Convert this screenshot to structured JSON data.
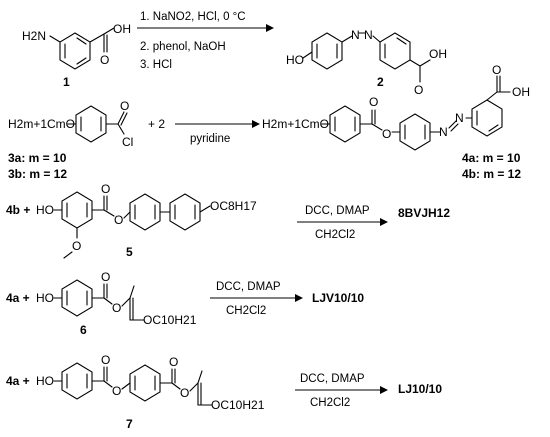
{
  "colors": {
    "ink": "#000000",
    "background": "#ffffff"
  },
  "atoms": {
    "h2n": "H2N",
    "cooh": "OH",
    "o": "O",
    "ho": "HO",
    "cl": "Cl",
    "n": "N",
    "ocooh_o": "O",
    "oh": "OH"
  },
  "row1": {
    "cpd1": "1",
    "cpd2": "2",
    "step1": "1. NaNO2, HCl, 0 °C",
    "step2": "2. phenol, NaOH",
    "step3": "3. HCl"
  },
  "row2": {
    "chain_left": "H2m+1CmO",
    "plus2": "+ 2",
    "reagent": "pyridine",
    "chain_right": "H2m+1CmO",
    "label_3a": "3a: m = 10",
    "label_3b": "3b: m = 12",
    "label_4a": "4a: m = 10",
    "label_4b": "4b: m = 12"
  },
  "row3": {
    "start": "4b +",
    "oc8": "OC8H17",
    "cpd": "5",
    "reagent_top": "DCC, DMAP",
    "reagent_bottom": "CH2Cl2",
    "product": "8BVJH12"
  },
  "row4": {
    "start": "4a +",
    "chain": "OC10H21",
    "cpd": "6",
    "reagent_top": "DCC, DMAP",
    "reagent_bottom": "CH2Cl2",
    "product": "LJV10/10"
  },
  "row5": {
    "start": "4a +",
    "chain": "OC10H21",
    "cpd": "7",
    "reagent_top": "DCC, DMAP",
    "reagent_bottom": "CH2Cl2",
    "product": "LJ10/10"
  }
}
